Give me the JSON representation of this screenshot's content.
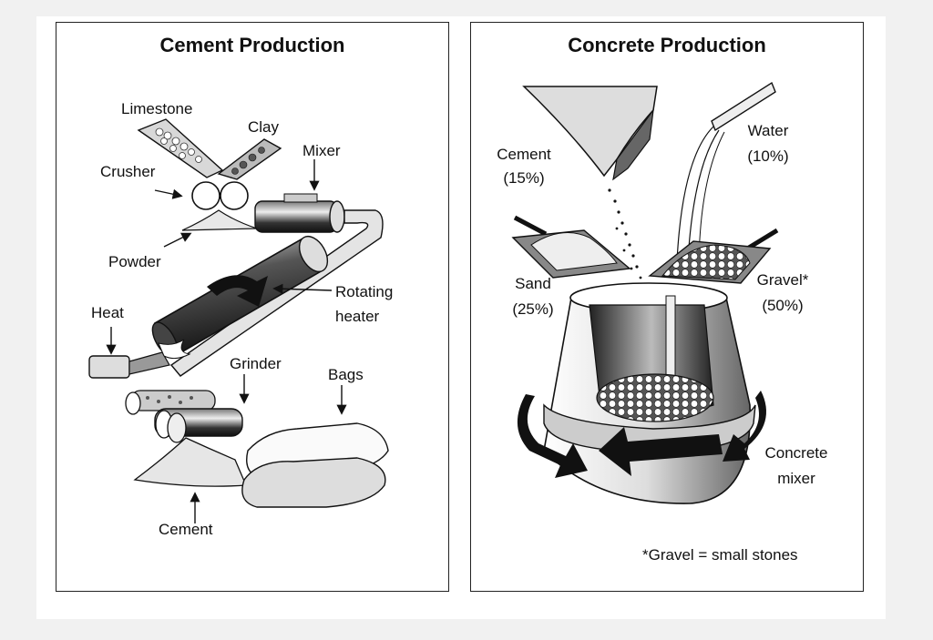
{
  "cement": {
    "title": "Cement Production",
    "labels": {
      "limestone": "Limestone",
      "clay": "Clay",
      "mixer": "Mixer",
      "crusher": "Crusher",
      "powder": "Powder",
      "rotating_l1": "Rotating",
      "rotating_l2": "heater",
      "heat": "Heat",
      "grinder": "Grinder",
      "bags": "Bags",
      "cement": "Cement"
    }
  },
  "concrete": {
    "title": "Concrete Production",
    "labels": {
      "cement_l1": "Cement",
      "cement_l2": "(15%)",
      "water_l1": "Water",
      "water_l2": "(10%)",
      "sand_l1": "Sand",
      "sand_l2": "(25%)",
      "gravel_l1": "Gravel*",
      "gravel_l2": "(50%)",
      "mixer_l1": "Concrete",
      "mixer_l2": "mixer",
      "footnote": "*Gravel = small stones"
    }
  },
  "colors": {
    "ink": "#111111",
    "page_bg": "#f1f1f1",
    "sheet_bg": "#ffffff"
  }
}
